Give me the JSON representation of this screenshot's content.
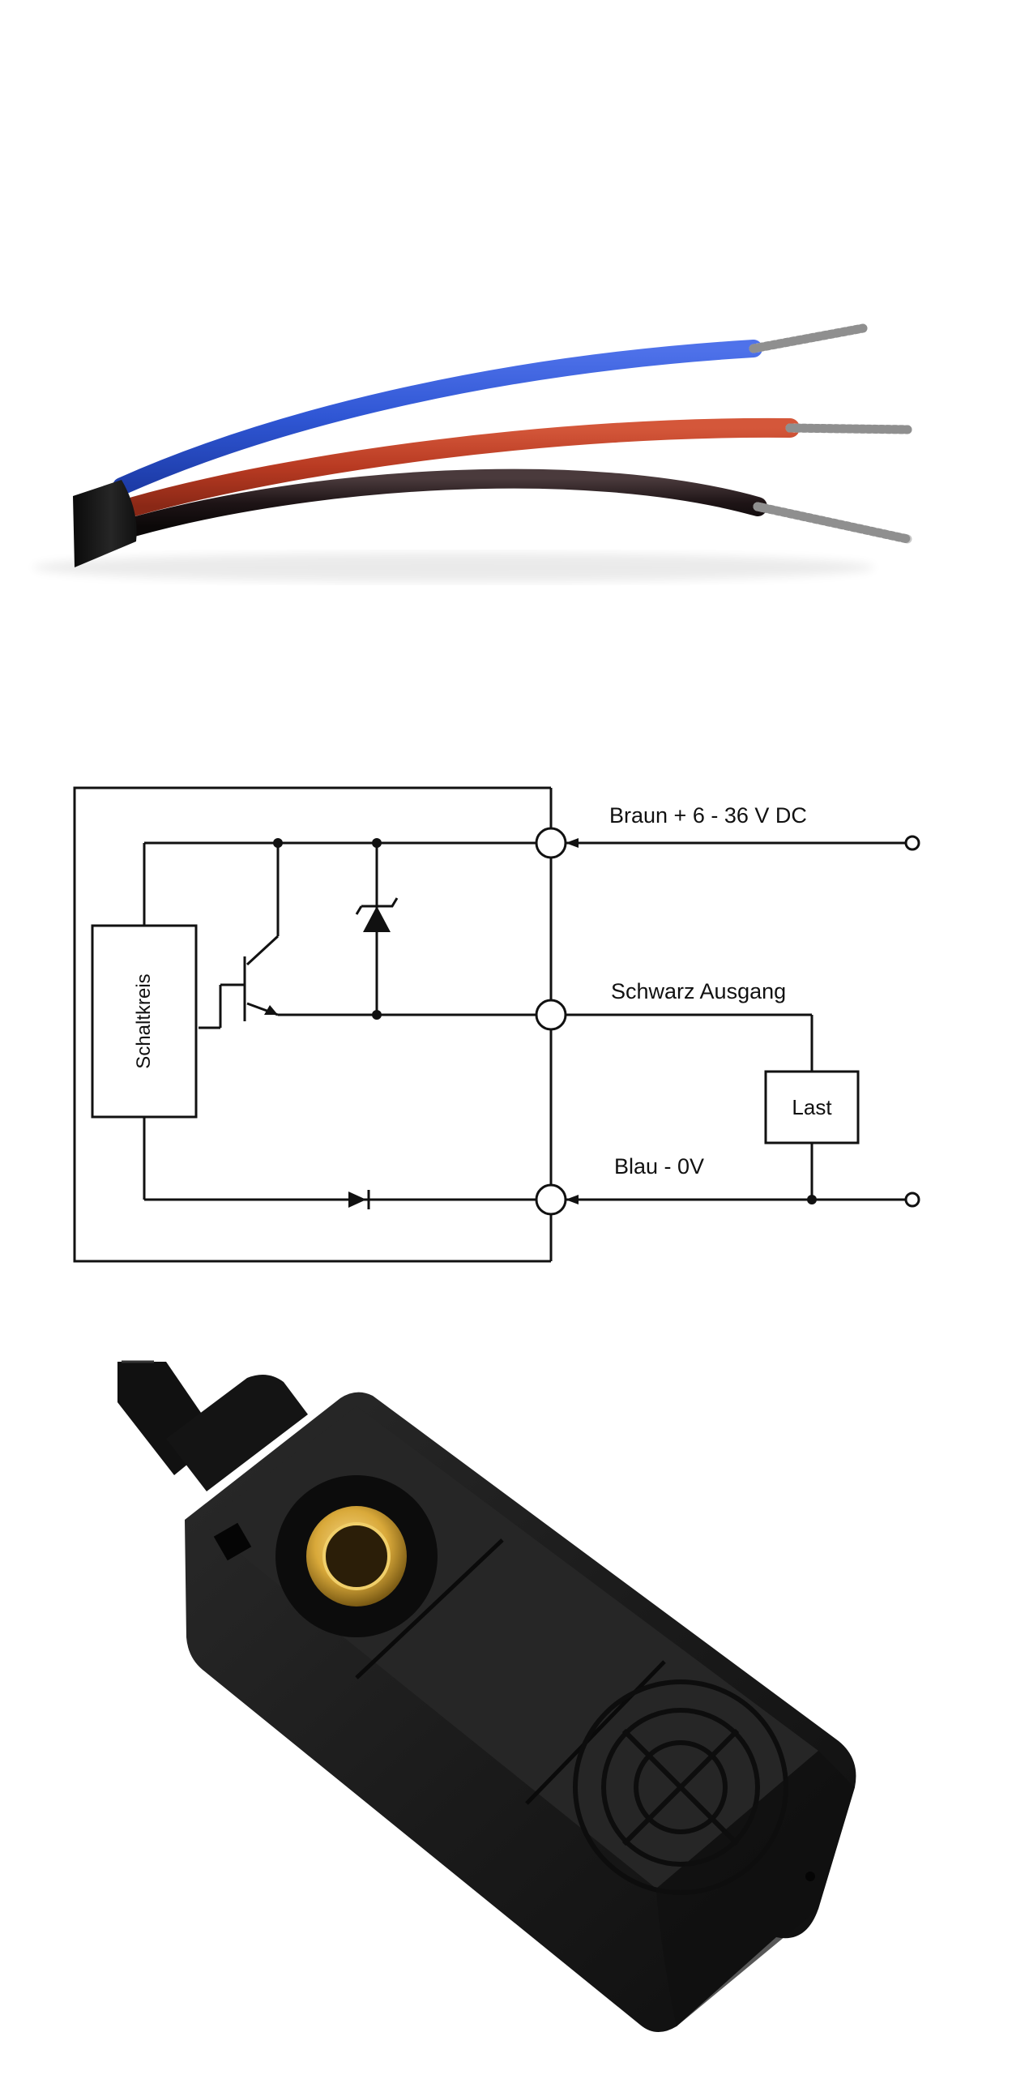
{
  "cable": {
    "wire_colors": {
      "blue": "#2f56d4",
      "red": "#b83a22",
      "black": "#1e1416",
      "jacket": "#151515",
      "strand": "#c9c9c9"
    }
  },
  "diagram": {
    "labels": {
      "brown": "Braun + 6 - 36 V DC",
      "black": "Schwarz Ausgang",
      "blue": "Blau - 0V",
      "load": "Last",
      "circuit": "Schaltkreis"
    },
    "line_color": "#111111"
  },
  "sensor": {
    "body_color": "#1b1b1b",
    "brass_color": "#d9a93a"
  }
}
